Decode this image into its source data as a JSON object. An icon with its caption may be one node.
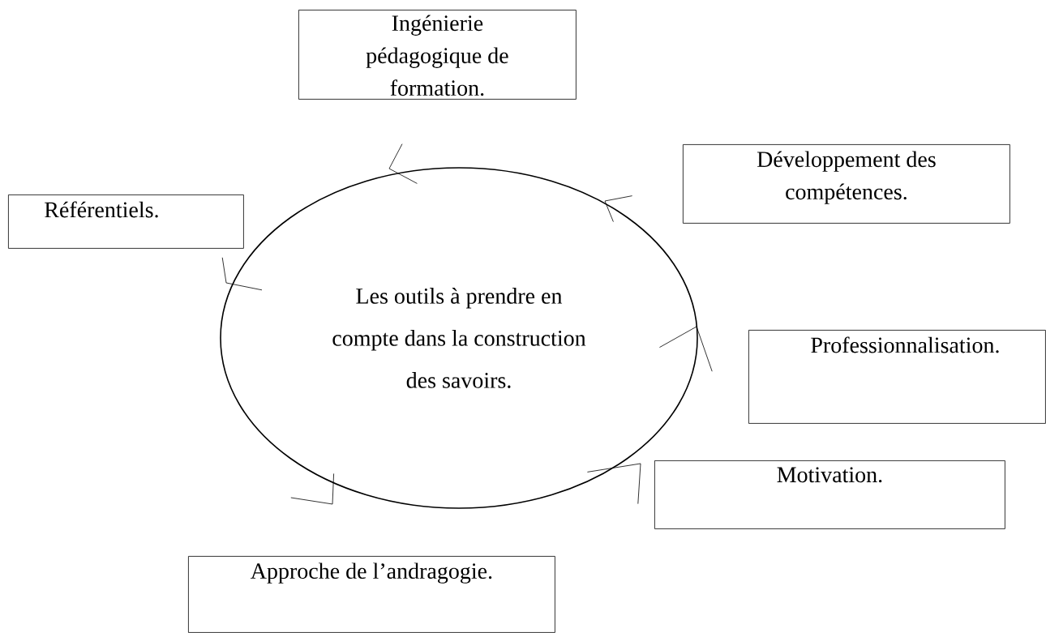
{
  "diagram": {
    "nodes": [
      {
        "text": [
          "Ingénierie pédagogique de formation."
        ]
      },
      {
        "text": [
          "Développement des compétences."
        ]
      },
      {
        "text": [
          "Référentiels."
        ]
      },
      {
        "text": [
          "Les outils à prendre en compte dans la construction des savoirs."
        ]
      },
      {
        "text": [
          "Professionnalisation."
        ]
      },
      {
        "text": [
          "Motivation."
        ]
      },
      {
        "text": [
          "Approche de l’andragogie."
        ]
      }
    ]
  }
}
